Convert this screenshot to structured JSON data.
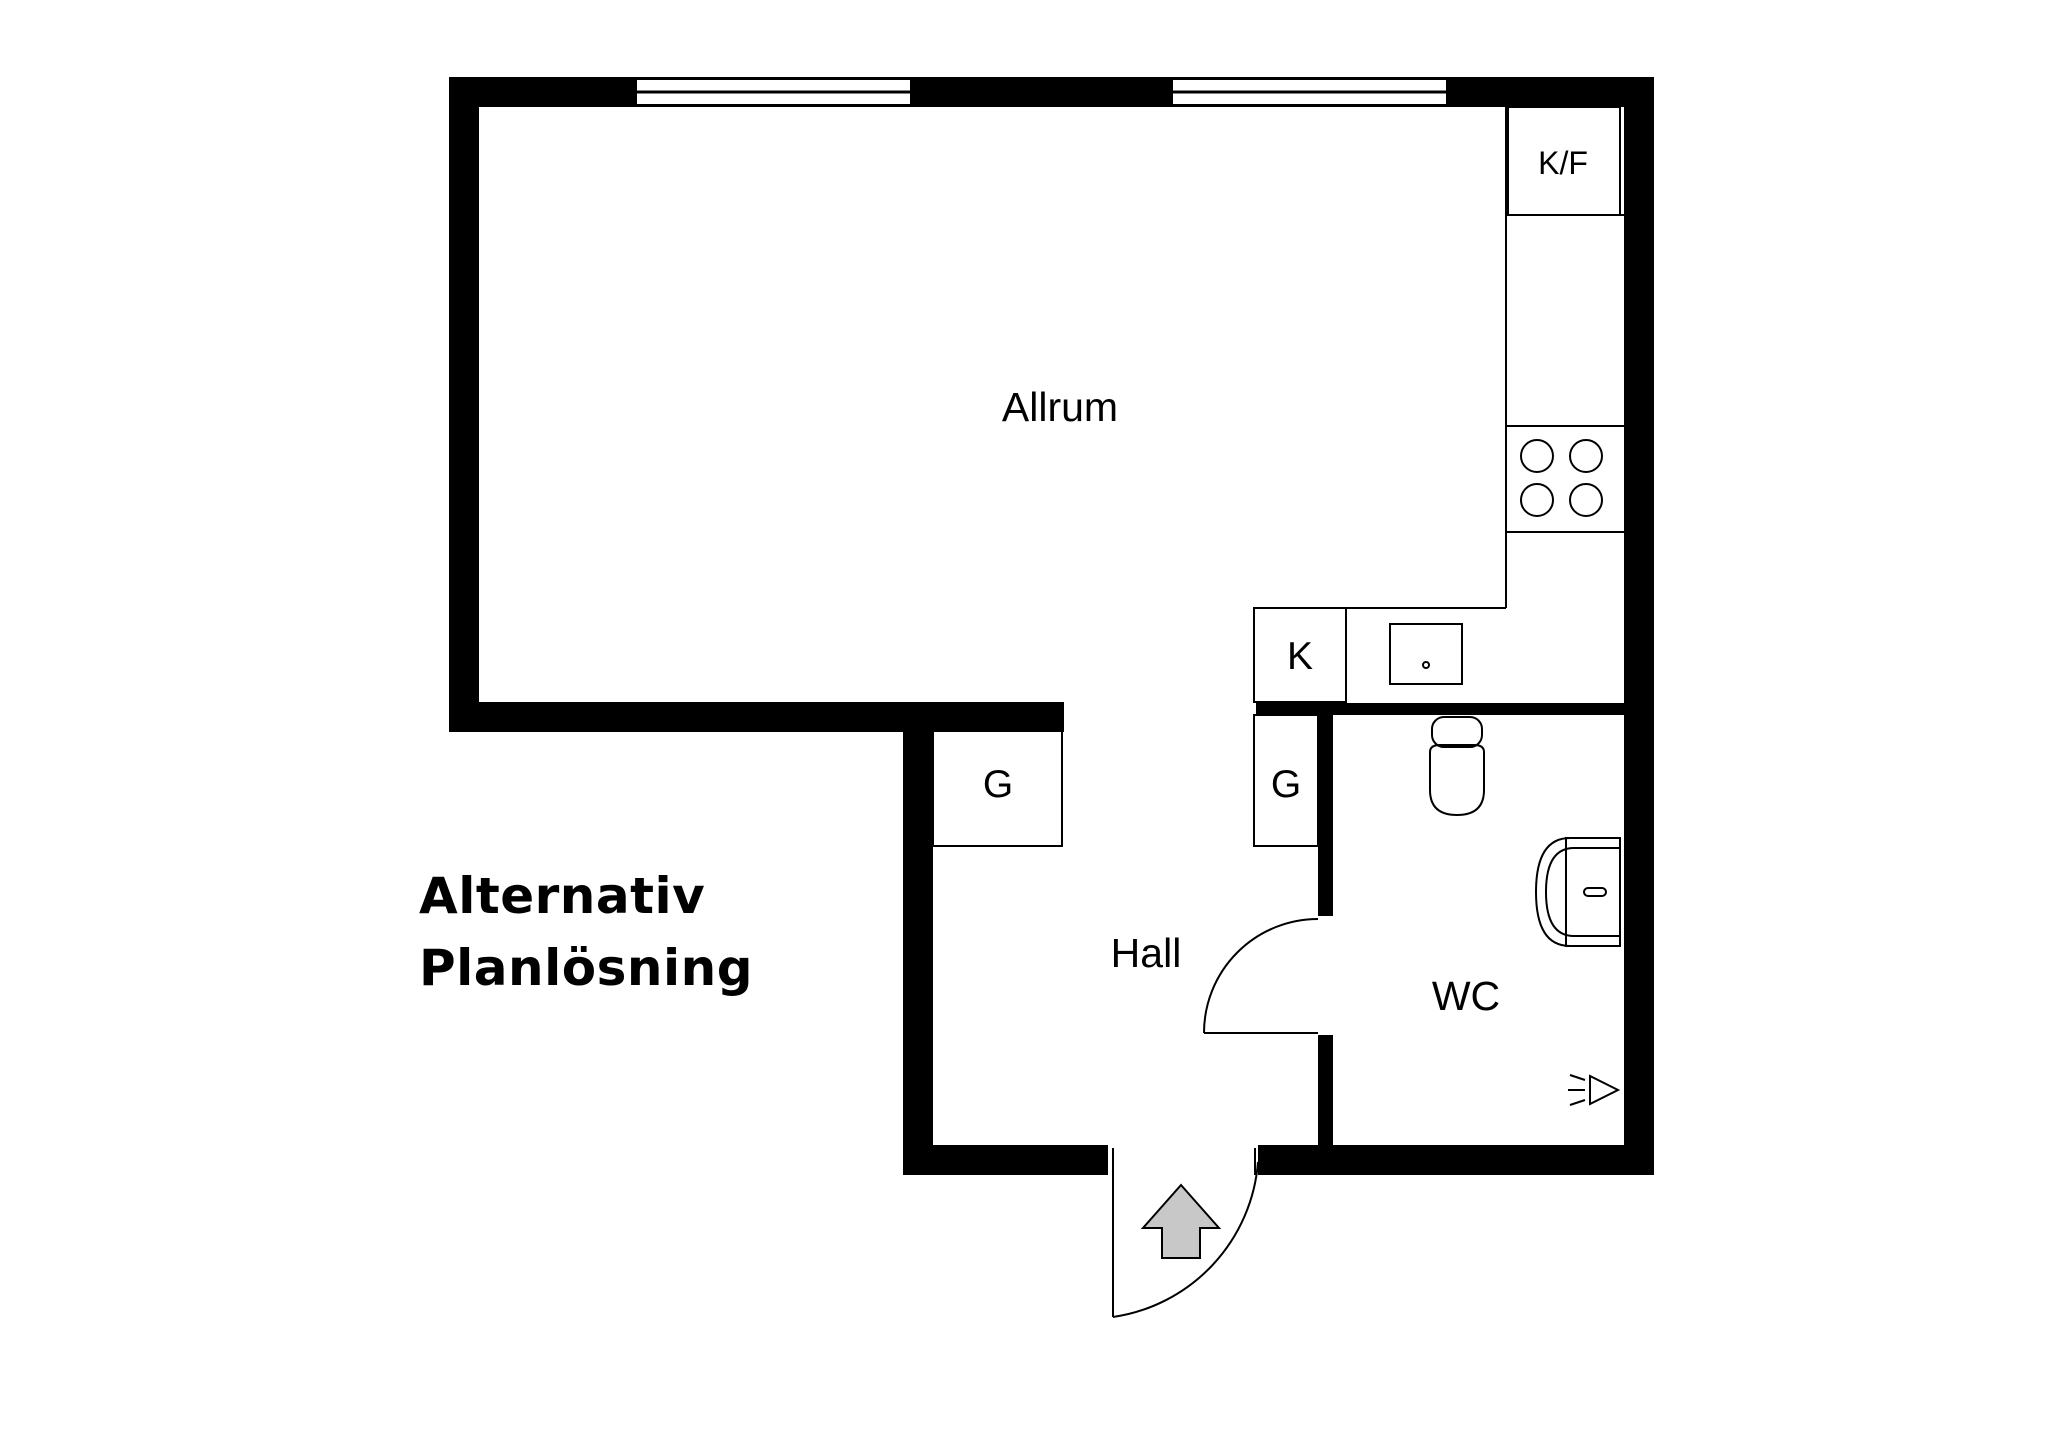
{
  "title": {
    "line1": "Alternativ",
    "line2": "Planlösning"
  },
  "rooms": {
    "living": "Allrum",
    "hall": "Hall",
    "wc": "WC"
  },
  "fixtures": {
    "fridge_freezer": "K/F",
    "closet_kitchen": "K",
    "closet_hall_left": "G",
    "closet_hall_right": "G"
  },
  "icons": {
    "entrance": "entrance-arrow-icon",
    "stove": "stove-icon",
    "sink": "sink-icon",
    "toilet": "toilet-icon",
    "washbasin": "washbasin-icon",
    "light": "light-icon"
  },
  "colors": {
    "wall": "#000000",
    "arrow_fill": "#c8c8c8",
    "background": "#ffffff"
  }
}
